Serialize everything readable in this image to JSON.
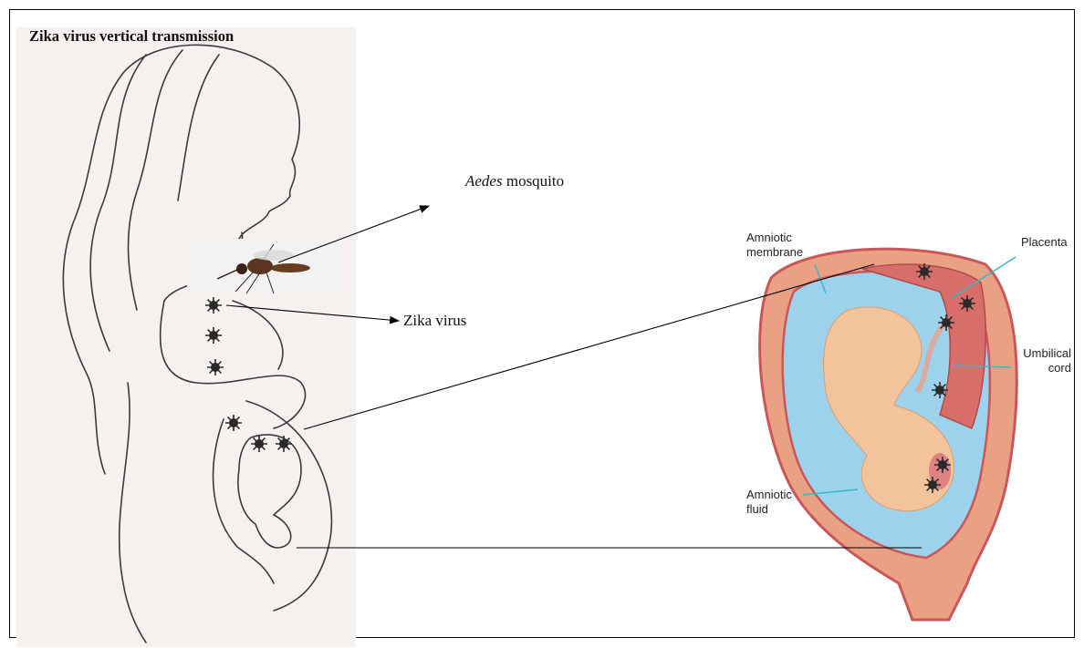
{
  "title": "Zika virus vertical transmission",
  "labels": {
    "mosquito_italic": "Aedes",
    "mosquito_rest": " mosquito",
    "zika_virus": "Zika virus"
  },
  "anatomy": {
    "amniotic_membrane": [
      "Amniotic",
      "membrane"
    ],
    "placenta": "Placenta",
    "umbilical_cord": [
      "Umbilical",
      "cord"
    ],
    "amniotic_fluid": [
      "Amniotic",
      "fluid"
    ]
  },
  "colors": {
    "line": "#000000",
    "uterus_wall": "#e9a083",
    "uterus_outer": "#c9575a",
    "fluid": "#9cd2ec",
    "fetus": "#f3c49c",
    "virus": "#2a2a2a",
    "callout": "#37b8c6"
  }
}
